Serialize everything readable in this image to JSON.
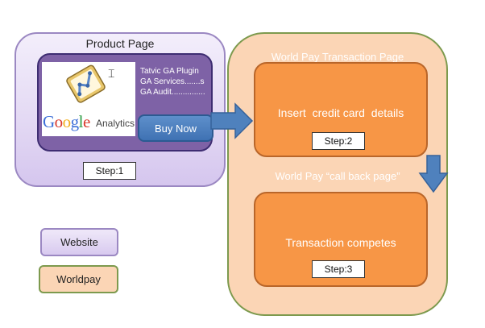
{
  "product_page": {
    "title": "Product Page",
    "logo": {
      "word_google": "Google",
      "word_analytics": "Analytics",
      "cursor_icon": "text-cursor"
    },
    "lines": [
      "Tatvic GA Plugin",
      "GA Services.......s",
      "GA Audit..............."
    ],
    "buy_button": "Buy Now",
    "step": "Step:1"
  },
  "worldpay_page": {
    "title": "World Pay Transaction Page",
    "insert_card": "Insert  credit card  details",
    "step2": "Step:2",
    "callback": "World Pay “call back page”",
    "complete": "Transaction competes",
    "step3": "Step:3"
  },
  "legend": {
    "website": "Website",
    "worldpay": "Worldpay"
  },
  "colors": {
    "website_fill": "#e4daf4",
    "panel_purple": "#7e62a6",
    "worldpay_fill": "#fbd5b5",
    "card_orange": "#f79646",
    "arrow_blue": "#4f81bd"
  }
}
